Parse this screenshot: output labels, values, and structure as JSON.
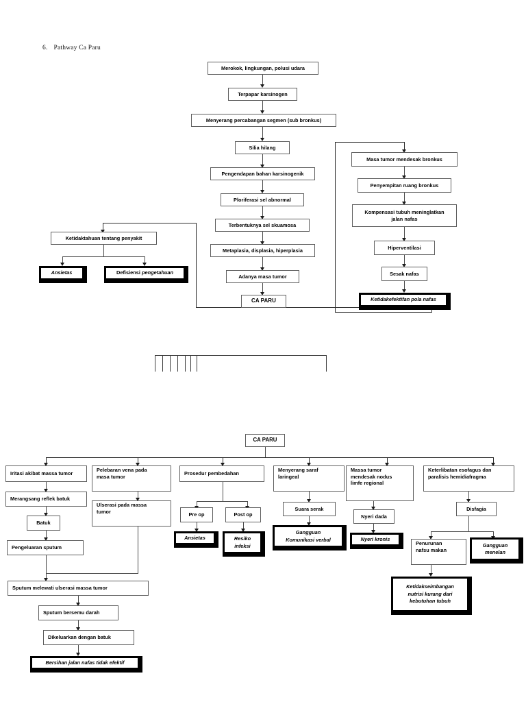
{
  "document": {
    "number": "6.",
    "title": "Pathway Ca Paru"
  },
  "top_chart": {
    "nodes": [
      {
        "id": "merokok",
        "label": "Merokok, lingkungan, polusi udara"
      },
      {
        "id": "terpapar",
        "label": "Terpapar karsinogen"
      },
      {
        "id": "menyerang",
        "label": "Menyerang percabangan segmen (sub bronkus)"
      },
      {
        "id": "silia",
        "label": "Silia hilang"
      },
      {
        "id": "pengendapan",
        "label": "Pengendapan bahan karsinogenik"
      },
      {
        "id": "ploriferasi",
        "label": "Ploriferasi sel abnormal"
      },
      {
        "id": "skuamosa",
        "label": "Terbentuknya sel skuamosa"
      },
      {
        "id": "metaplasia",
        "label": "Metaplasia, displasia, hiperplasia"
      },
      {
        "id": "masatumor",
        "label": "Adanya masa tumor"
      },
      {
        "id": "caparu",
        "label": "CA PARU"
      },
      {
        "id": "ketidaktahuan",
        "label": "Ketidaktahuan tentang penyakit"
      },
      {
        "id": "mendesak",
        "label": "Masa tumor mendesak bronkus"
      },
      {
        "id": "penyempitan",
        "label": "Penyempitan ruang bronkus"
      },
      {
        "id": "kompensasi_1",
        "label": "Kompensasi tubuh meninglatkan"
      },
      {
        "id": "kompensasi_2",
        "label": "jalan nafas"
      },
      {
        "id": "hiperventilasi",
        "label": "Hiperventilasi"
      },
      {
        "id": "sesak",
        "label": "Sesak nafas"
      }
    ],
    "diagnoses": [
      {
        "id": "ansietas",
        "label": "Ansietas"
      },
      {
        "id": "defisiensi_a",
        "label": "Defisiensi"
      },
      {
        "id": "defisiensi_b",
        "label": "pengetahuan"
      },
      {
        "id": "polanafas",
        "label": "Ketidakefektifan pola nafas"
      }
    ]
  },
  "bottom_chart": {
    "root": {
      "id": "caparu2",
      "label": "CA PARU"
    },
    "branches": [
      {
        "id": "iritasi",
        "lines": [
          "Iritasi akibat massa tumor"
        ]
      },
      {
        "id": "pelebaran",
        "lines": [
          "Pelebaran vena pada",
          "masa tumor"
        ]
      },
      {
        "id": "prosedur",
        "lines": [
          "Prosedur pembedahan"
        ]
      },
      {
        "id": "saraf",
        "lines": [
          "Menyerang saraf",
          "laringeal"
        ]
      },
      {
        "id": "nodus",
        "lines": [
          "Massa tumor",
          "mendesak nodus",
          "limfe regional"
        ]
      },
      {
        "id": "esofagus",
        "lines": [
          "Keterlibatan esofagus dan",
          "paralisis hemidiafragma"
        ]
      }
    ],
    "nodes": [
      {
        "id": "merangsang",
        "lines": [
          "Merangsang reflek batuk"
        ]
      },
      {
        "id": "batuk",
        "lines": [
          "Batuk"
        ]
      },
      {
        "id": "sputum_out",
        "lines": [
          "Pengeluaran sputum"
        ]
      },
      {
        "id": "ulserasi",
        "lines": [
          "Ulserasi pada massa",
          "tumor"
        ]
      },
      {
        "id": "melewati",
        "lines": [
          "Sputum melewati ulserasi massa tumor"
        ]
      },
      {
        "id": "bersemu",
        "lines": [
          "Sputum bersemu darah"
        ]
      },
      {
        "id": "dikeluarkan",
        "lines": [
          "Dikeluarkan dengan batuk"
        ]
      },
      {
        "id": "preop",
        "lines": [
          "Pre op"
        ]
      },
      {
        "id": "postop",
        "lines": [
          "Post op"
        ]
      },
      {
        "id": "suara",
        "lines": [
          "Suara serak"
        ]
      },
      {
        "id": "nyeridada",
        "lines": [
          "Nyeri dada"
        ]
      },
      {
        "id": "disfagia",
        "lines": [
          "Disfagia"
        ]
      },
      {
        "id": "penurunan",
        "lines": [
          "Penurunan",
          "nafsu makan"
        ]
      }
    ],
    "diagnoses": [
      {
        "id": "bersihan",
        "lines": [
          "Bersihan jalan nafas tidak efektif"
        ]
      },
      {
        "id": "ansietas2",
        "lines": [
          "Ansietas"
        ]
      },
      {
        "id": "resiko",
        "lines": [
          "Resiko",
          "infeksi"
        ]
      },
      {
        "id": "gangguankom",
        "lines": [
          "Gangguan",
          "Komunikasi verbal"
        ]
      },
      {
        "id": "nyerikronis",
        "lines": [
          "Nyeri kronis"
        ]
      },
      {
        "id": "gangguanmen",
        "lines": [
          "Gangguan",
          "menelan"
        ]
      },
      {
        "id": "ketidakseimbangan",
        "lines": [
          "Ketidakseimbangan",
          "nutrisi kurang dari",
          "kebutuhan tubuh"
        ]
      }
    ]
  },
  "colors": {
    "box_border": "#5d5d5d",
    "line": "#4a4a4a",
    "shadow": "#000000",
    "page_bg": "#ffffff"
  }
}
